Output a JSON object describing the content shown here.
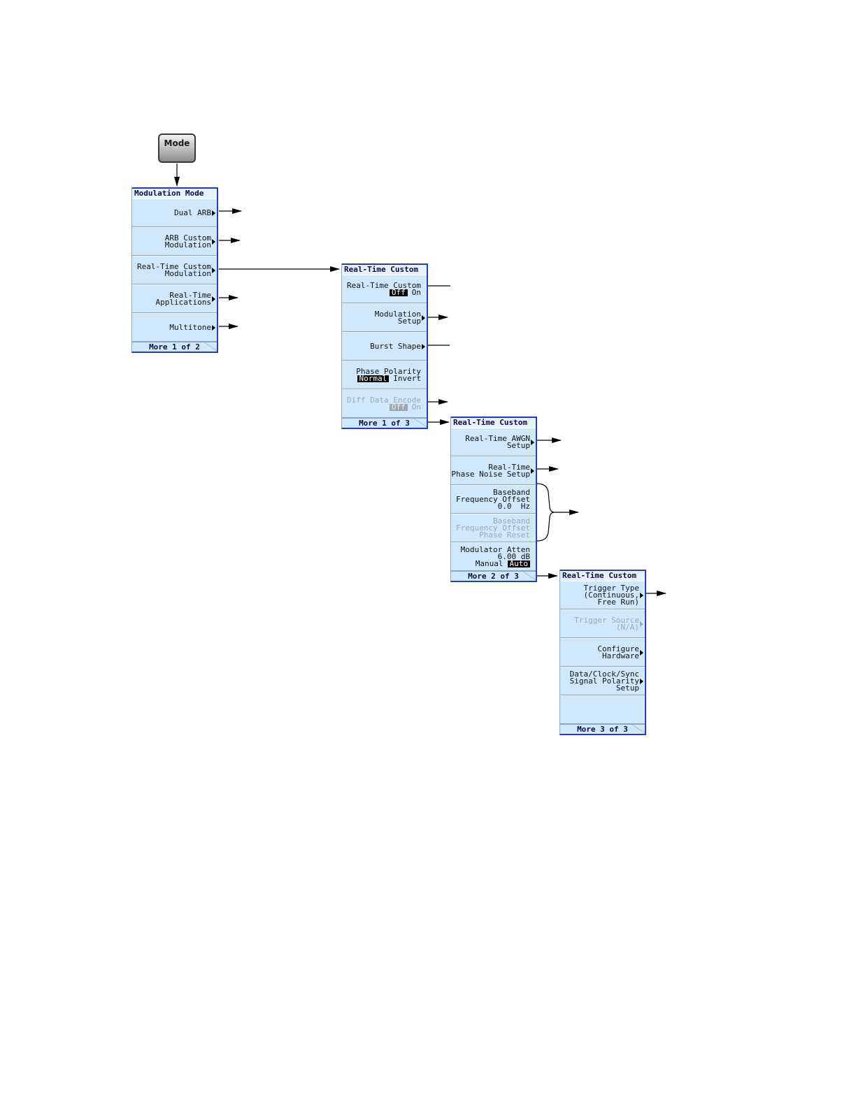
{
  "mode_button": {
    "label": "Mode"
  },
  "panels": [
    {
      "title": "Modulation Mode",
      "keys": [
        {
          "lines": [
            "Dual ARB"
          ]
        },
        {
          "lines": [
            "ARB Custom",
            "Modulation"
          ]
        },
        {
          "lines": [
            "Real-Time Custom",
            "Modulation"
          ]
        },
        {
          "lines": [
            "Real-Time",
            "Applications"
          ]
        },
        {
          "lines": [
            "Multitone"
          ]
        }
      ],
      "more": "More 1 of 2"
    },
    {
      "title": "Real-Time Custom",
      "keys": [
        {
          "lines": [
            "Real-Time Custom"
          ],
          "toggle": [
            "Off",
            "On"
          ]
        },
        {
          "lines": [
            "Modulation",
            "Setup"
          ]
        },
        {
          "lines": [
            "Burst Shape"
          ]
        },
        {
          "lines": [
            "Phase Polarity"
          ],
          "toggle": [
            "Normal",
            "Invert"
          ]
        },
        {
          "lines": [
            "Diff Data Encode"
          ],
          "toggle": [
            "Off",
            "On"
          ]
        }
      ],
      "more": "More 1 of 3"
    },
    {
      "title": "Real-Time Custom",
      "keys": [
        {
          "lines": [
            "Real-Time AWGN",
            "Setup"
          ]
        },
        {
          "lines": [
            "Real-Time",
            "Phase Noise Setup"
          ]
        },
        {
          "lines": [
            "Baseband",
            "Frequency Offset",
            "0.0  Hz"
          ]
        },
        {
          "lines": [
            "Baseband",
            "Frequency Offset",
            "Phase Reset"
          ]
        },
        {
          "lines": [
            "Modulator Atten",
            "6.00 dB"
          ],
          "toggle": [
            "Manual",
            "Auto"
          ]
        }
      ],
      "more": "More 2 of 3"
    },
    {
      "title": "Real-Time Custom",
      "keys": [
        {
          "lines": [
            "Trigger Type",
            "(Continuous,",
            "Free Run)"
          ]
        },
        {
          "lines": [
            "Trigger Source",
            "(N/A)"
          ]
        },
        {
          "lines": [
            "Configure",
            "Hardware"
          ]
        },
        {
          "lines": [
            "Data/Clock/Sync",
            "Signal Polarity",
            "Setup"
          ]
        },
        {
          "lines": []
        }
      ],
      "more": "More 3 of 3"
    }
  ]
}
